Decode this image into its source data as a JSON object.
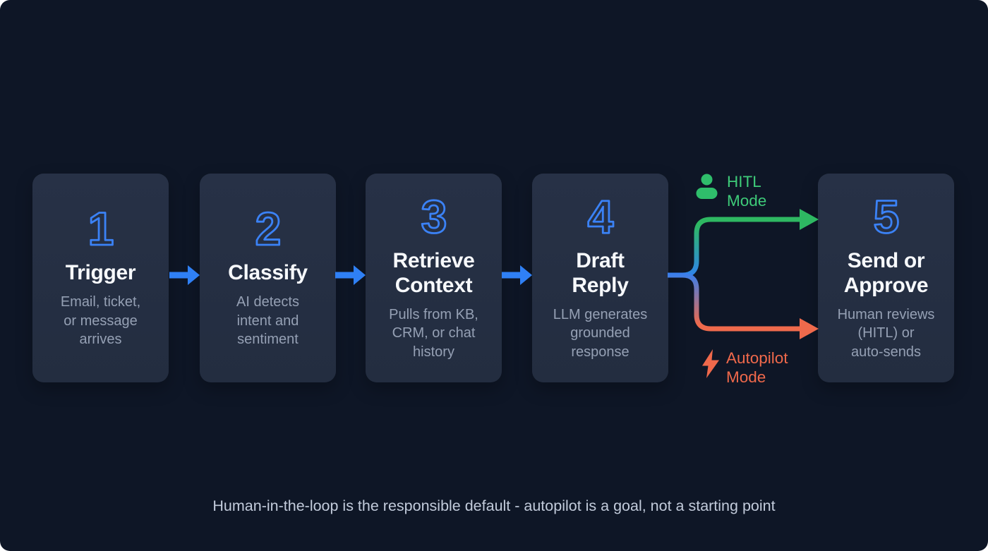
{
  "diagram": {
    "steps": [
      {
        "number": "1",
        "title": "Trigger",
        "description": "Email, ticket,\nor message\narrives"
      },
      {
        "number": "2",
        "title": "Classify",
        "description": "AI detects\nintent and\nsentiment"
      },
      {
        "number": "3",
        "title": "Retrieve\nContext",
        "description": "Pulls from KB,\nCRM, or chat\nhistory"
      },
      {
        "number": "4",
        "title": "Draft\nReply",
        "description": "LLM generates\ngrounded\nresponse"
      },
      {
        "number": "5",
        "title": "Send or\nApprove",
        "description": "Human reviews\n(HITL) or\nauto-sends"
      }
    ],
    "branches": {
      "hitl": {
        "label": "HITL\nMode",
        "icon": "person-icon",
        "color": "#3ecb79"
      },
      "autopilot": {
        "label": "Autopilot\nMode",
        "icon": "lightning-icon",
        "color": "#f0694b"
      }
    },
    "caption": "Human-in-the-loop is the responsible default - autopilot is a goal, not a starting point",
    "colors": {
      "background": "#0e1626",
      "card": "#242e41",
      "accent_blue": "#3b82f6",
      "arrow_blue": "#2f80f5",
      "green": "#2eb862",
      "orange": "#ef6a4c",
      "title": "#f7f9fc",
      "description": "#95a0b4",
      "caption": "#c2cbdb"
    }
  }
}
